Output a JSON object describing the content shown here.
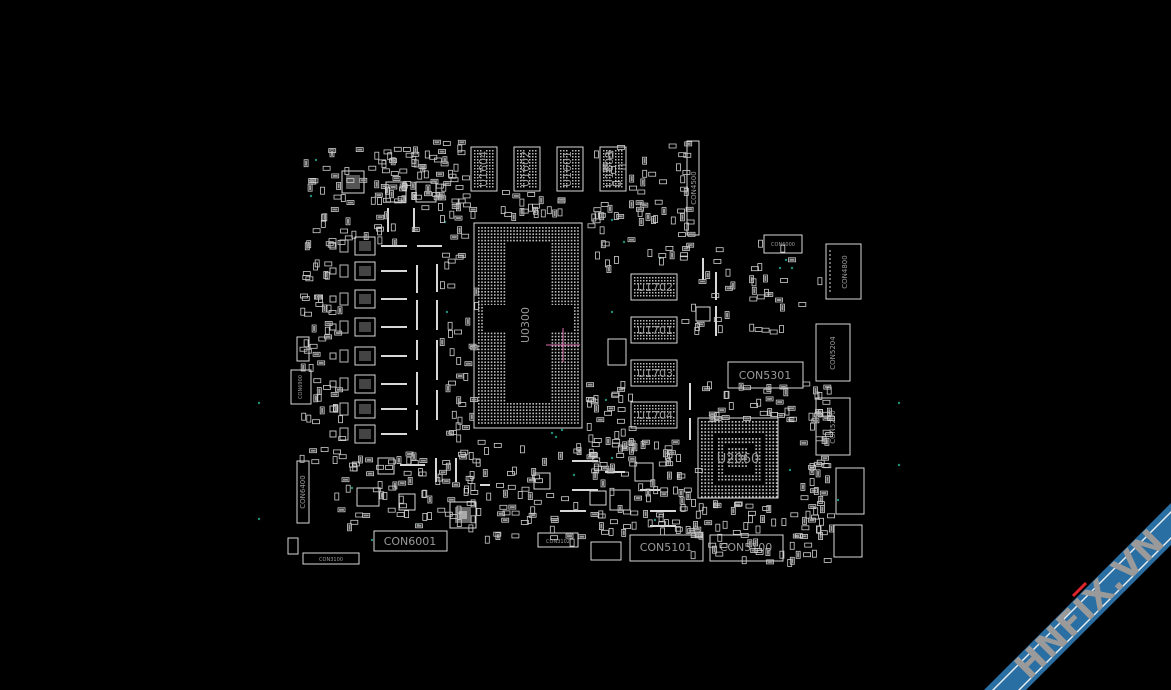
{
  "view": {
    "background": "#000000",
    "outline_color": "#d8d8d8",
    "label_color": "#9a9a9a",
    "via_color": "#1e8f7a"
  },
  "parts": {
    "cpu": "U0300",
    "gpu": "U2060",
    "mem_top": [
      "U1604",
      "U1602",
      "U1601",
      "U1603"
    ],
    "mem_right": [
      "U1702",
      "U1701",
      "U1703",
      "U1704"
    ],
    "connectors": {
      "con4500": "CON4500",
      "con6000": "CON6000",
      "con4800": "CON4800",
      "con5204": "CON5204",
      "con5301": "CON5301",
      "con5200": "CON5200",
      "con6400": "CON6400",
      "con6001": "CON6001",
      "con3102": "CON3102",
      "con5101": "CON5101",
      "con5100": "CON5100",
      "con3100": "CON3100",
      "con6900": "CON6900"
    }
  },
  "watermark": {
    "text": "HNFIX.VN",
    "band_color": "#2a6fa3",
    "accent_color": "#e0242b"
  }
}
